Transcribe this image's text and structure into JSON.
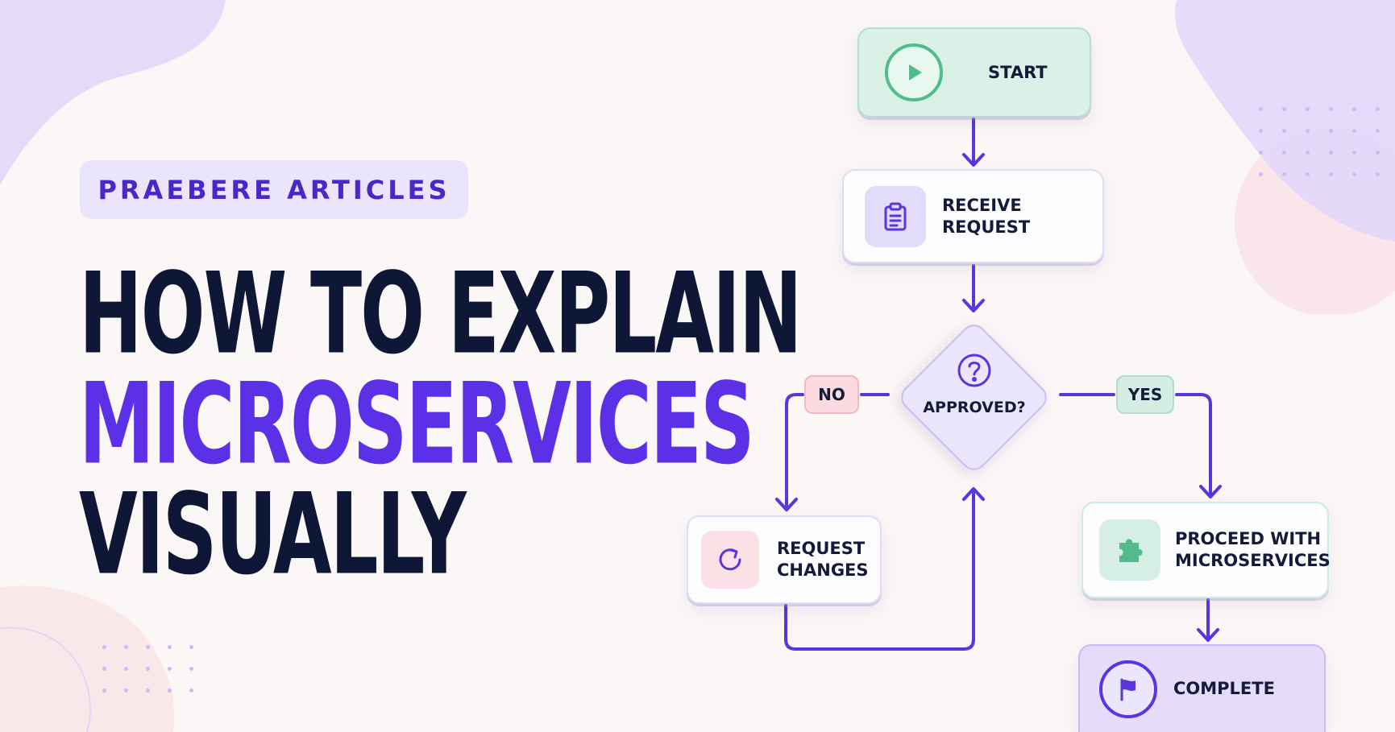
{
  "eyebrow": {
    "label": "PRAEBERE ARTICLES"
  },
  "headline": {
    "line1": "HOW TO EXPLAIN",
    "line2": "MICROSERVICES",
    "line3": "VISUALLY"
  },
  "flowchart": {
    "nodes": {
      "start": {
        "label": "START",
        "icon": "play-icon"
      },
      "receive": {
        "label": "RECEIVE REQUEST",
        "icon": "clipboard-icon"
      },
      "decision": {
        "label": "APPROVED?",
        "icon": "question-icon"
      },
      "changes": {
        "line1": "REQUEST",
        "line2": "CHANGES",
        "icon": "refresh-icon"
      },
      "proceed": {
        "line1": "PROCEED WITH",
        "line2": "MICROSERVICES",
        "icon": "puzzle-icon"
      },
      "complete": {
        "label": "COMPLETE",
        "icon": "flag-icon"
      }
    },
    "branches": {
      "no": "NO",
      "yes": "YES"
    }
  },
  "colors": {
    "background": "#fbf7f6",
    "navy": "#0f1737",
    "accent_purple": "#5b30e6",
    "connector": "#5a35de",
    "start_green": "#d9f1e7",
    "no_red": "#fbdbe1",
    "yes_green": "#d5eee3"
  }
}
